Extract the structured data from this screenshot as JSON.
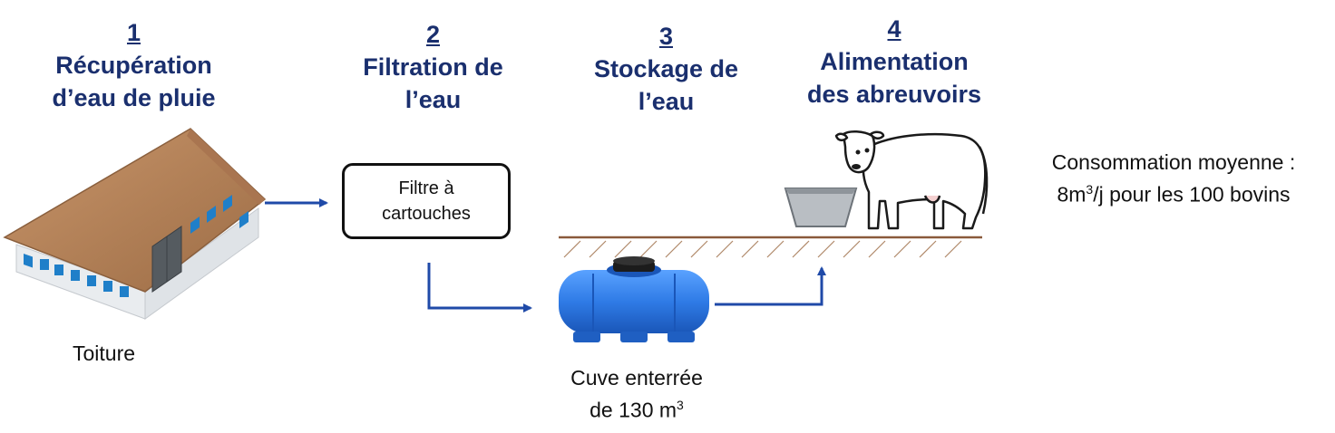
{
  "steps": [
    {
      "number": "1",
      "lines": [
        "Récupération",
        "d’eau de pluie"
      ]
    },
    {
      "number": "2",
      "lines": [
        "Filtration de",
        "l’eau"
      ]
    },
    {
      "number": "3",
      "lines": [
        "Stockage de",
        "l’eau"
      ]
    },
    {
      "number": "4",
      "lines": [
        "Alimentation",
        "des abreuvoirs"
      ]
    }
  ],
  "labels": {
    "roof": "Toiture",
    "filter_line1": "Filtre à",
    "filter_line2": "cartouches",
    "tank_line1": "Cuve enterrée",
    "tank_line2_prefix": "de 130 m",
    "tank_line2_sup": "3",
    "consumption_line1": "Consommation moyenne :",
    "consumption_line2_prefix": "8m",
    "consumption_line2_sup": "3",
    "consumption_line2_suffix": "/j pour les 100 bovins"
  },
  "colors": {
    "step_title": "#1a2f6e",
    "arrow": "#1f4aa8",
    "ground": "#8a5a3b",
    "roof": "#b5825a",
    "tank": "#2f7be6"
  }
}
